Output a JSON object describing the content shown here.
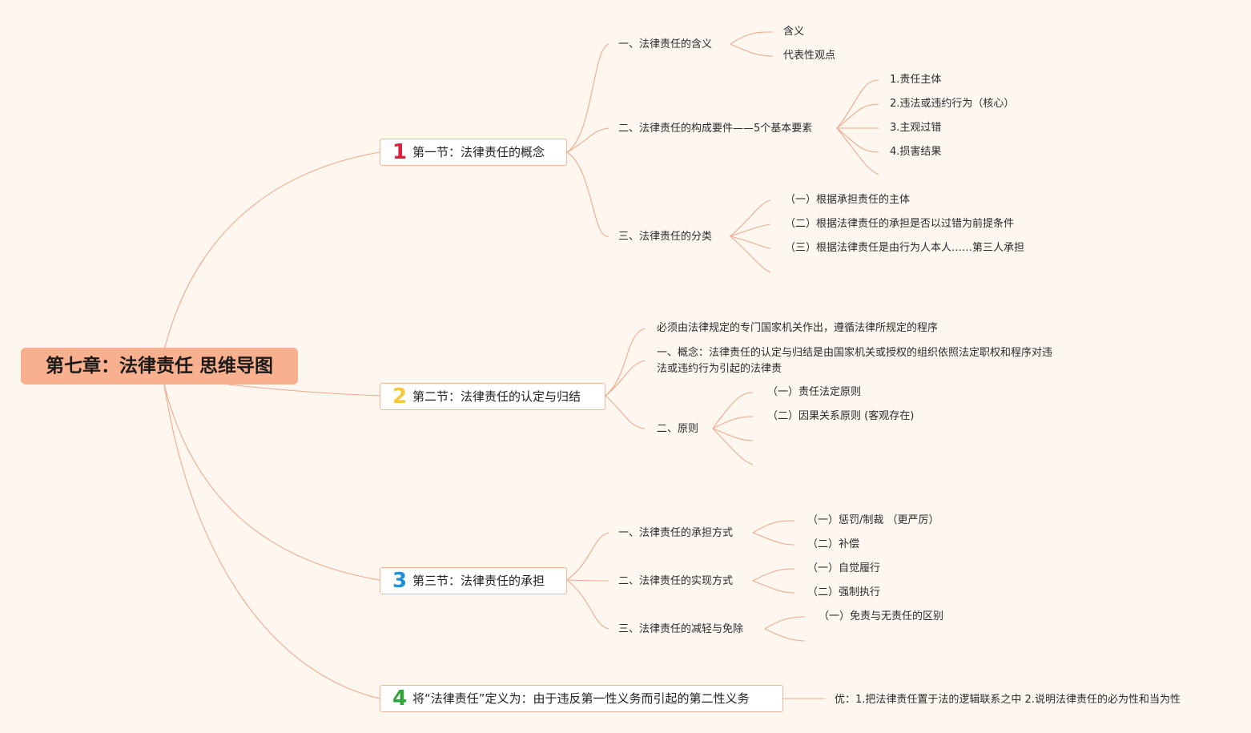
{
  "root": {
    "title": "第七章：法律责任 思维导图"
  },
  "sections": [
    {
      "num": "1",
      "color": "#e0203a",
      "label": "第一节：法律责任的概念"
    },
    {
      "num": "2",
      "color": "#f5c838",
      "label": "第二节：法律责任的认定与归结"
    },
    {
      "num": "3",
      "color": "#1e8fd8",
      "label": "第三节：法律责任的承担"
    },
    {
      "num": "4",
      "color": "#2ea43a",
      "label": "将“法律责任”定义为：由于违反第一性义务而引起的第二性义务"
    }
  ],
  "s1": {
    "meaning": "一、法律责任的含义",
    "meaning_children": [
      "含义",
      "代表性观点"
    ],
    "elements": "二、法律责任的构成要件——5个基本要素",
    "elements_children": [
      "1.责任主体",
      "2.违法或违约行为（核心）",
      "3.主观过错",
      "4.损害结果"
    ],
    "types": "三、法律责任的分类",
    "types_children": [
      "（一）根据承担责任的主体",
      "（二）根据法律责任的承担是否以过错为前提条件",
      "（三）根据法律责任是由行为人本人……第三人承担"
    ]
  },
  "s2": {
    "rule": "必须由法律规定的专门国家机关作出，遵循法律所规定的程序",
    "concept": "一、概念：法律责任的认定与归结是由国家机关或授权的组织依照法定职权和程序对违法或违约行为引起的法律责",
    "principles": "二、原则",
    "principles_children": [
      "（一）责任法定原则",
      "（二）因果关系原则 (客观存在)"
    ]
  },
  "s3": {
    "bear": "一、法律责任的承担方式",
    "bear_children": [
      "（一）惩罚/制裁 （更严厉）",
      "（二）补偿"
    ],
    "realize": "二、法律责任的实现方式",
    "realize_children": [
      "（一）自觉履行",
      "（二）强制执行"
    ],
    "reduce": "三、法律责任的减轻与免除",
    "reduce_children": [
      "（一）免责与无责任的区别"
    ]
  },
  "s4": {
    "merit": "优：1.把法律责任置于法的逻辑联系之中 2.说明法律责任的必为性和当为性"
  }
}
